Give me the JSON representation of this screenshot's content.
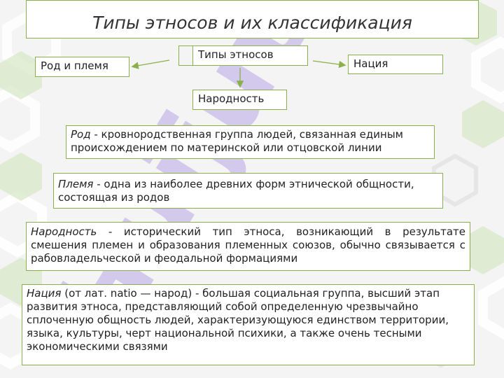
{
  "title": "Типы этносов и их классификация",
  "watermark": "Huijut24",
  "diagram": {
    "center": "Типы этносов",
    "left": "Род и племя",
    "right": "Нация",
    "bottom": "Народность"
  },
  "definitions": [
    {
      "term": "Род",
      "text": " - кровнородственная группа  людей, связанная единым происхождением по материнской или отцовской линии"
    },
    {
      "term": "Племя",
      "text": " - одна из наиболее древних форм этнической общности, состоящая из родов"
    },
    {
      "term": "Народность",
      "text": " - исторический тип этноса, возникающий в результате смешения племен и образования племенных союзов, обычно связывается с рабовладельческой и феодальной формациями"
    },
    {
      "term": "Нация",
      "text": " (от лат. natio — народ) - большая социальная группа, высший этап развития этноса, представляющий собой определенную чрезвычайно сплоченную общность людей, характеризующуюся единством территории, языка, культуры, черт национальной психики, а также очень тесными экономическими связями"
    }
  ],
  "colors": {
    "accent_border": "#8ab04a",
    "watermark": "#b9a7e6",
    "hexagons": "#d6e6c3"
  }
}
